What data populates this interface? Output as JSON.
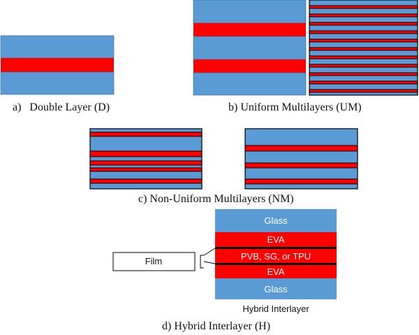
{
  "colors": {
    "glass": "#5B9BD5",
    "interlayer": "#FF0000",
    "film": "#000000",
    "background": "#FFFFFF"
  },
  "captions": {
    "double_layer": "a)   Double Layer (D)",
    "uniform_multilayers": "b) Uniform Multilayers (UM)",
    "non_uniform_multilayers": "c) Non-Uniform Multilayers (NM)",
    "hybrid_interlayer": "d) Hybrid Interlayer (H)"
  },
  "hybrid": {
    "layers": [
      "Glass",
      "EVA",
      "PVB, SG, or TPU",
      "EVA",
      "Glass"
    ],
    "film_label": "Film",
    "title": "Hybrid Interlayer"
  }
}
